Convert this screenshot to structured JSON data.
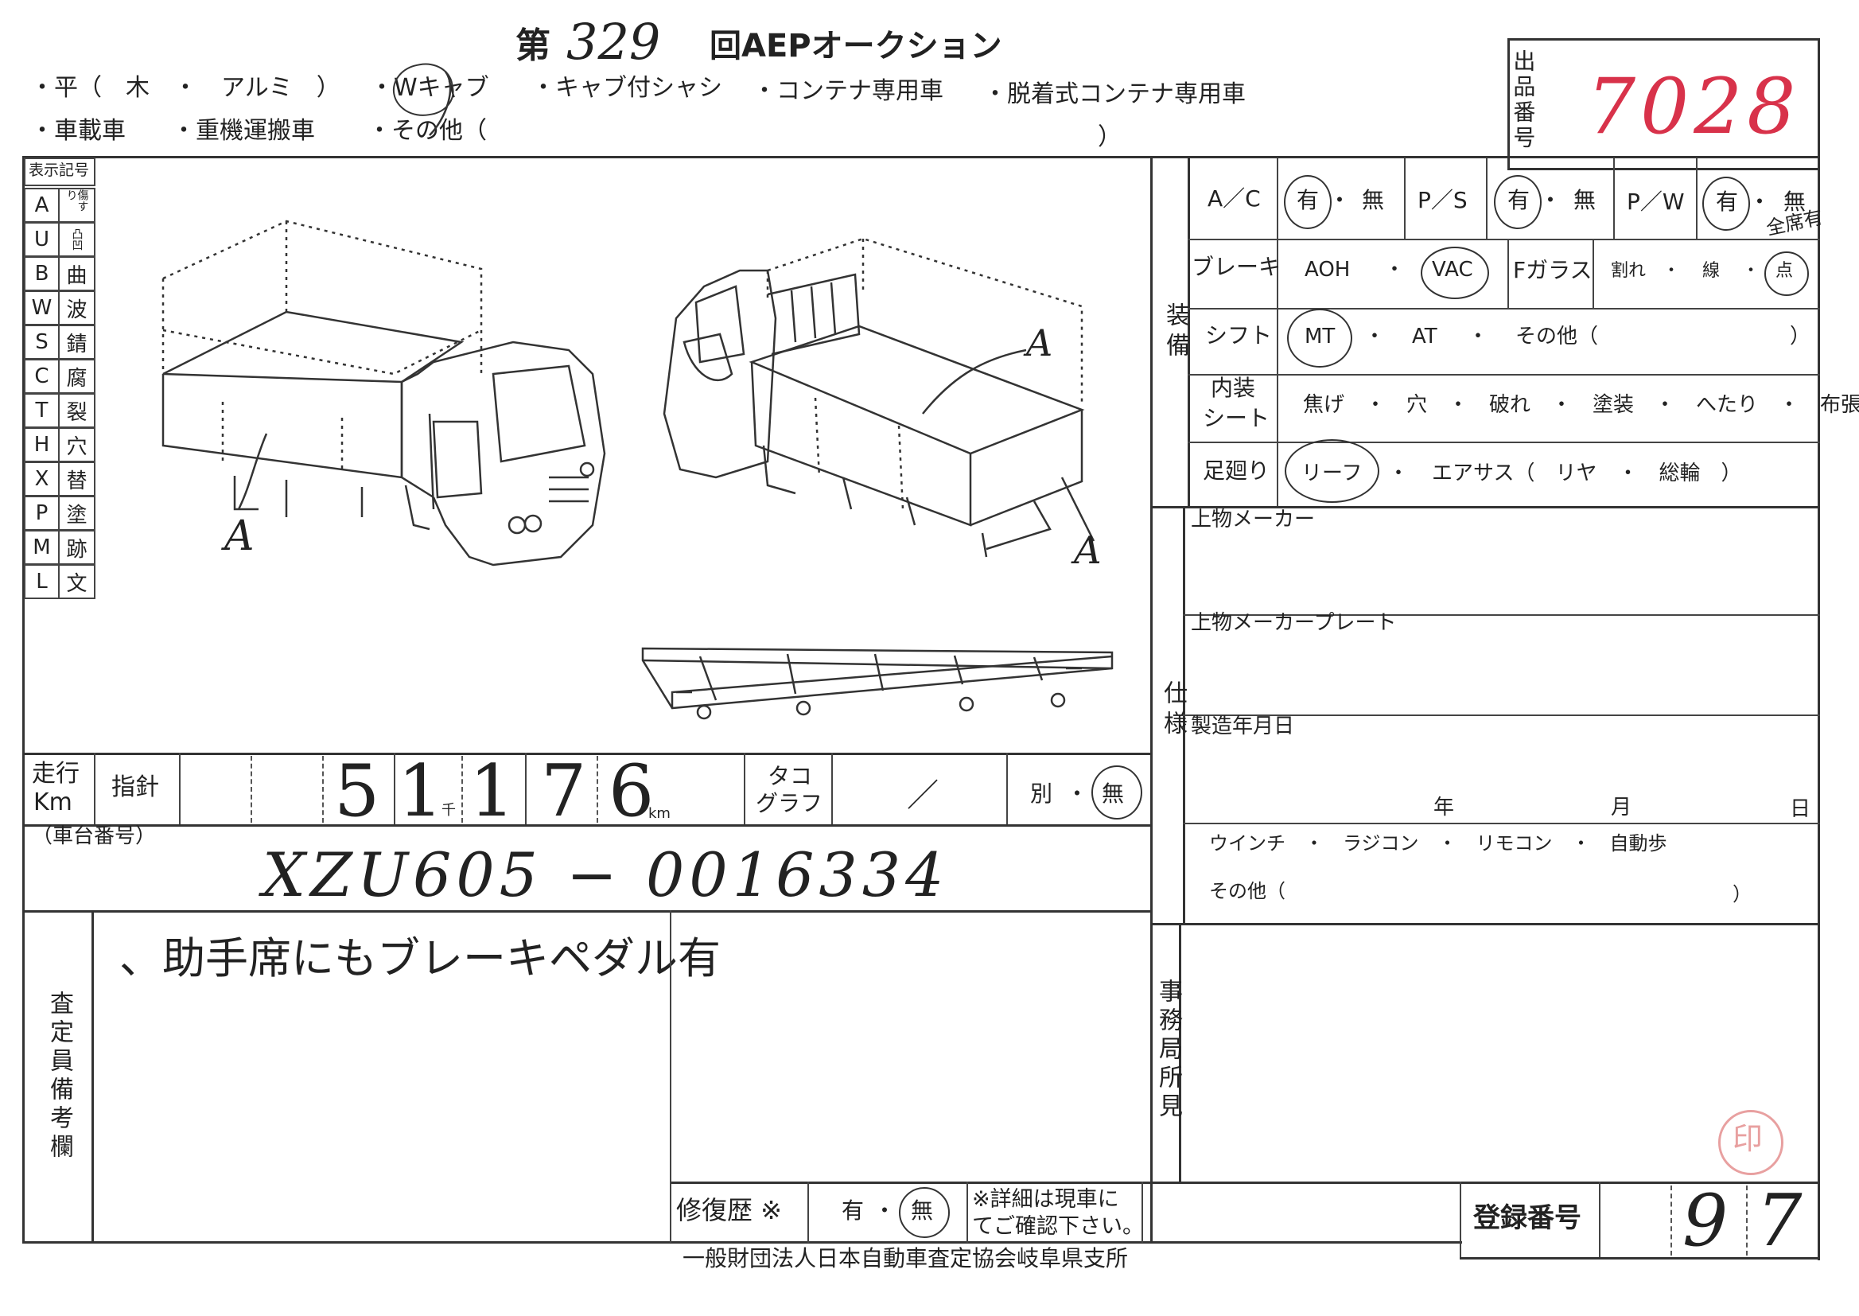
{
  "header": {
    "title_prefix": "第",
    "auction_no": "329",
    "title_suffix": "回AEPオークション",
    "body_types_row1": [
      "・平（　木　・　アルミ　）",
      "・Wキャブ",
      "・キャブ付シャシ",
      "・コンテナ専用車",
      "・脱着式コンテナ専用車"
    ],
    "body_types_row2": [
      "・車載車",
      "・重機運搬車",
      "・その他（",
      "）"
    ],
    "lot_label": "出品番号",
    "lot_number": "7028"
  },
  "legend": {
    "title": "表示記号",
    "items": [
      {
        "code": "A",
        "desc": "傷すり"
      },
      {
        "code": "U",
        "desc": "凸凹"
      },
      {
        "code": "B",
        "desc": "曲"
      },
      {
        "code": "W",
        "desc": "波"
      },
      {
        "code": "S",
        "desc": "錆"
      },
      {
        "code": "C",
        "desc": "腐"
      },
      {
        "code": "T",
        "desc": "裂"
      },
      {
        "code": "H",
        "desc": "穴"
      },
      {
        "code": "X",
        "desc": "替"
      },
      {
        "code": "P",
        "desc": "塗"
      },
      {
        "code": "M",
        "desc": "跡"
      },
      {
        "code": "L",
        "desc": "文"
      }
    ]
  },
  "diagram": {
    "mark_left": "A",
    "mark_right_top": "A",
    "mark_right_bottom": "A"
  },
  "equipment": {
    "section_label": "装備",
    "ac_label": "A／C",
    "ac_yes": "有",
    "ac_no": "無",
    "ps_label": "P／S",
    "ps_yes": "有",
    "ps_no": "無",
    "pw_label": "P／W",
    "pw_yes": "有",
    "pw_no": "無",
    "pw_note": "全席有",
    "brake_label": "ブレーキ",
    "brake_aoh": "AOH",
    "brake_vac": "VAC",
    "fglass_label": "Fガラス",
    "fglass_crack": "割れ",
    "fglass_line": "線",
    "fglass_dot": "点",
    "shift_label": "シフト",
    "shift_mt": "MT",
    "shift_at": "AT",
    "shift_other": "その他（",
    "shift_close": "）",
    "interior_label1": "内装",
    "interior_label2": "シート",
    "interior_items": "焦げ　・　穴　・　破れ　・　塗装　・　へたり　・　布張り",
    "suspension_label": "足廻り",
    "suspension_leaf": "リーフ",
    "suspension_air": "エアサス（　リヤ　・　総輪　）"
  },
  "spec": {
    "section_label": "仕様",
    "body_maker_label": "上物メーカー",
    "body_plate_label": "上物メーカープレート",
    "mfg_date_label": "製造年月日",
    "year": "年",
    "month": "月",
    "day": "日",
    "options": "ウインチ　・　ラジコン　・　リモコン　・　自動歩",
    "other_label": "その他（",
    "other_close": "）"
  },
  "mileage": {
    "label1": "走行",
    "label2": "Km",
    "reading_label": "指針",
    "digits": [
      "5",
      "1",
      "1",
      "7",
      "6"
    ],
    "thousand": "千",
    "km": "km",
    "tacho_label1": "タコ",
    "tacho_label2": "グラフ",
    "tacho_value": "／",
    "sep_label": "別",
    "sep_no": "無"
  },
  "chassis": {
    "label": "（車台番号）",
    "number": "XZU605 − 0016334"
  },
  "remarks": {
    "label": "査定員備考欄",
    "note": "、助手席にもブレーキペダル有",
    "office_label": "事務局所見",
    "repair_label": "修復歴 ※",
    "repair_yes": "有",
    "repair_no": "無",
    "repair_note1": "※詳細は現車に",
    "repair_note2": "てご確認下さい。",
    "reg_label": "登録番号",
    "reg_value": "97"
  },
  "footer": {
    "org": "一般財団法人日本自動車査定協会岐阜県支所"
  },
  "colors": {
    "ink": "#222222",
    "lot_red": "#d8324a",
    "stamp_red": "#e8a0a0"
  }
}
